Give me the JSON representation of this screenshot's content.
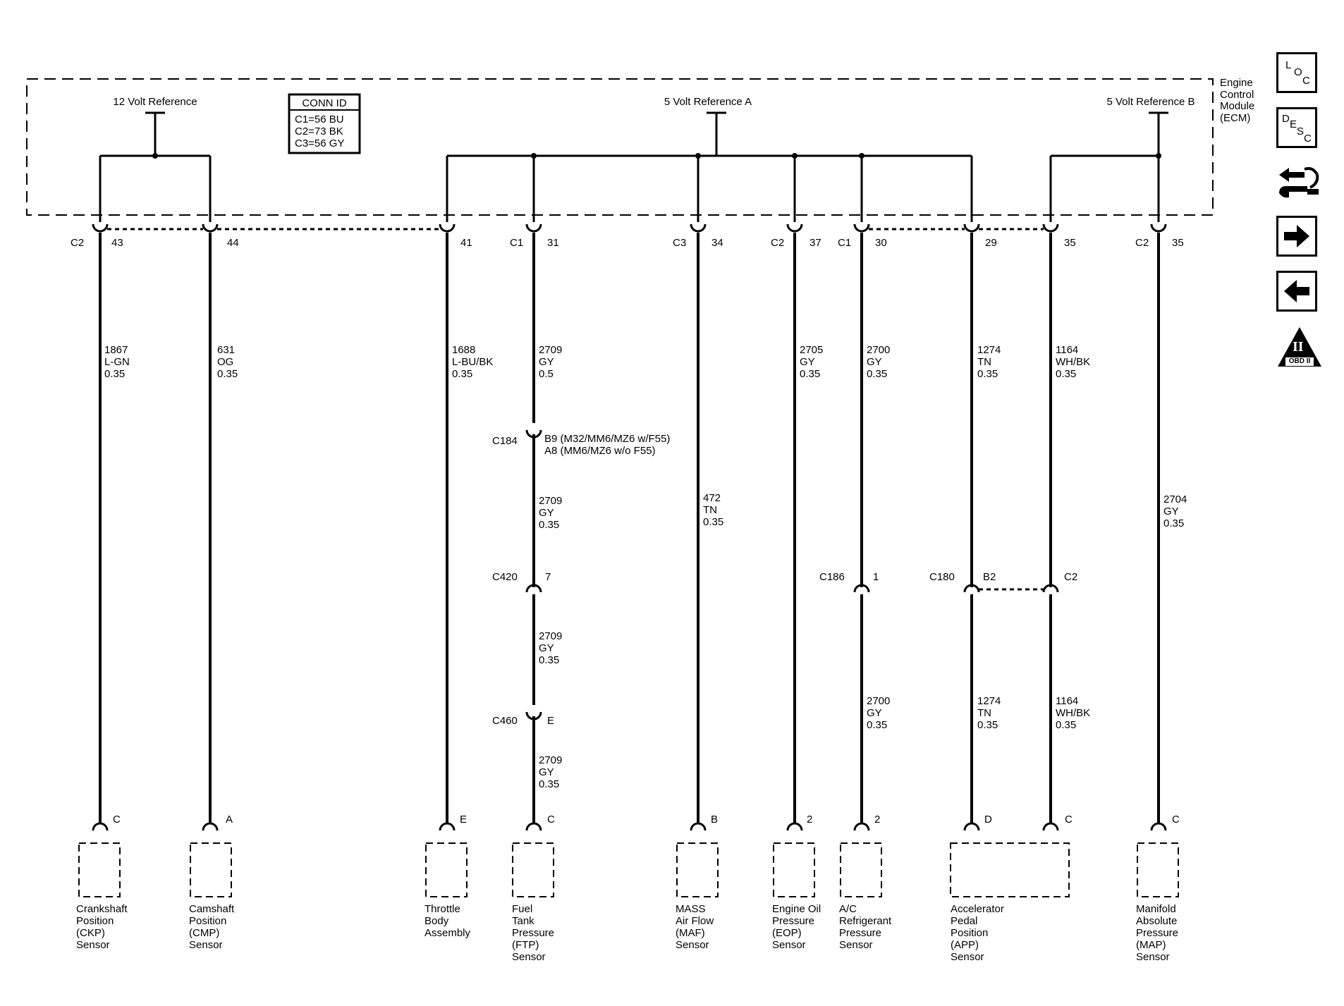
{
  "module": {
    "name_lines": [
      "Engine",
      "Control",
      "Module",
      "(ECM)"
    ],
    "ref_12v": "12 Volt Reference",
    "ref_5va": "5 Volt Reference A",
    "ref_5vb": "5 Volt Reference B"
  },
  "conn_id": {
    "title": "CONN ID",
    "lines": [
      "C1=56 BU",
      "C2=73 BK",
      "C3=56 GY"
    ]
  },
  "ecm_pins": [
    {
      "conn": "C2",
      "pin": "43"
    },
    {
      "conn": "",
      "pin": "44"
    },
    {
      "conn": "",
      "pin": "41"
    },
    {
      "conn": "C1",
      "pin": "31"
    },
    {
      "conn": "C3",
      "pin": "34"
    },
    {
      "conn": "C2",
      "pin": "37"
    },
    {
      "conn": "C1",
      "pin": "30"
    },
    {
      "conn": "",
      "pin": "29"
    },
    {
      "conn": "",
      "pin": "35"
    },
    {
      "conn": "C2",
      "pin": "35"
    }
  ],
  "wires": [
    {
      "circuit": "1867",
      "color": "L-GN",
      "gauge": "0.35"
    },
    {
      "circuit": "631",
      "color": "OG",
      "gauge": "0.35"
    },
    {
      "circuit": "1688",
      "color": "L-BU/BK",
      "gauge": "0.35"
    },
    {
      "circuit": "2709",
      "color": "GY",
      "gauge": "0.5"
    },
    {
      "circuit": "472",
      "color": "TN",
      "gauge": "0.35"
    },
    {
      "circuit": "2705",
      "color": "GY",
      "gauge": "0.35"
    },
    {
      "circuit": "2700",
      "color": "GY",
      "gauge": "0.35"
    },
    {
      "circuit": "1274",
      "color": "TN",
      "gauge": "0.35"
    },
    {
      "circuit": "1164",
      "color": "WH/BK",
      "gauge": "0.35"
    },
    {
      "circuit": "2704",
      "color": "GY",
      "gauge": "0.35"
    },
    {
      "circuit": "2709",
      "color": "GY",
      "gauge": "0.35"
    },
    {
      "circuit": "2709",
      "color": "GY",
      "gauge": "0.35"
    },
    {
      "circuit": "2709",
      "color": "GY",
      "gauge": "0.35"
    },
    {
      "circuit": "2700",
      "color": "GY",
      "gauge": "0.35"
    },
    {
      "circuit": "1274",
      "color": "TN",
      "gauge": "0.35"
    },
    {
      "circuit": "1164",
      "color": "WH/BK",
      "gauge": "0.35"
    }
  ],
  "inline_connectors": {
    "c184": {
      "name": "C184",
      "pin_line1": "B9 (M32/MM6/MZ6 w/F55)",
      "pin_line2": "A8 (MM6/MZ6 w/o F55)"
    },
    "c420": {
      "name": "C420",
      "pin": "7"
    },
    "c460": {
      "name": "C460",
      "pin": "E"
    },
    "c186": {
      "name": "C186",
      "pin": "1"
    },
    "c180": {
      "name": "C180",
      "pin_a": "B2",
      "pin_b": "C2"
    }
  },
  "sensor_pins": [
    "C",
    "A",
    "E",
    "C",
    "B",
    "2",
    "2",
    "D",
    "C",
    "C"
  ],
  "sensors": [
    {
      "lines": [
        "Crankshaft",
        "Position",
        "(CKP)",
        "Sensor"
      ]
    },
    {
      "lines": [
        "Camshaft",
        "Position",
        "(CMP)",
        "Sensor"
      ]
    },
    {
      "lines": [
        "Throttle",
        "Body",
        "Assembly"
      ]
    },
    {
      "lines": [
        "Fuel",
        "Tank",
        "Pressure",
        "(FTP)",
        "Sensor"
      ]
    },
    {
      "lines": [
        "MASS",
        "Air Flow",
        "(MAF)",
        "Sensor"
      ]
    },
    {
      "lines": [
        "Engine Oil",
        "Pressure",
        "(EOP)",
        "Sensor"
      ]
    },
    {
      "lines": [
        "A/C",
        "Refrigerant",
        "Pressure",
        "Sensor"
      ]
    },
    {
      "lines": [
        "Accelerator",
        "Pedal",
        "Position",
        "(APP)",
        "Sensor"
      ]
    },
    {
      "lines": [
        "Manifold",
        "Absolute",
        "Pressure",
        "(MAP)",
        "Sensor"
      ]
    }
  ],
  "side_toolbar": {
    "loc": [
      "L",
      "O",
      "C"
    ],
    "desc": [
      "D",
      "E",
      "S",
      "C"
    ],
    "obd": "OBD II",
    "obd_mark": "II",
    "icons": [
      "loc-icon",
      "desc-icon",
      "schematic-icon",
      "next-arrow-icon",
      "prev-arrow-icon",
      "obd2-icon"
    ]
  }
}
